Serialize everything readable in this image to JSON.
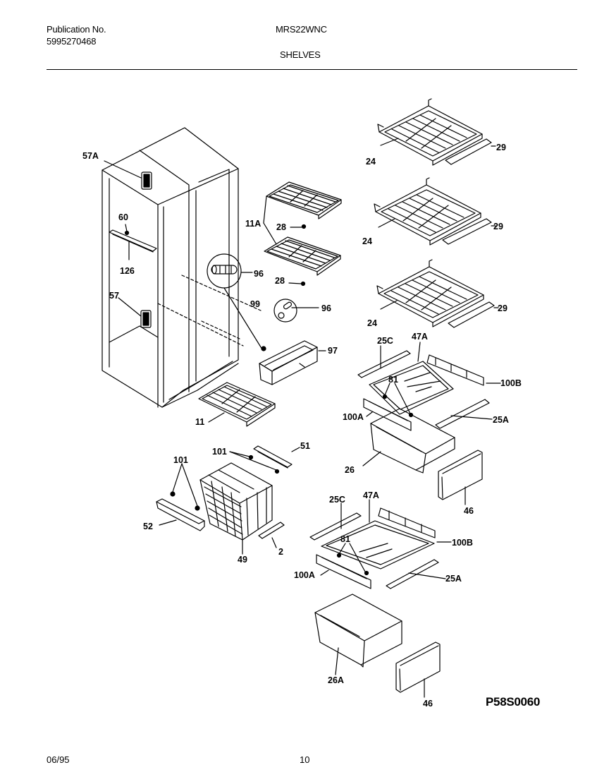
{
  "header": {
    "publication_label": "Publication No.",
    "publication_number": "5995270468",
    "model": "MRS22WNC",
    "section": "SHELVES"
  },
  "footer": {
    "date": "06/95",
    "page": "10"
  },
  "drawing_code": "P58S0060",
  "callouts": {
    "c57a": "57A",
    "c60": "60",
    "c126": "126",
    "c57": "57",
    "c11a": "11A",
    "c28a": "28",
    "c28b": "28",
    "c96a": "96",
    "c99": "99",
    "c96b": "96",
    "c97": "97",
    "c11": "11",
    "c24a": "24",
    "c29a": "29",
    "c24b": "24",
    "c29b": "29",
    "c24c": "24",
    "c29c": "29",
    "c25c_a": "25C",
    "c47a_a": "47A",
    "c100b_a": "100B",
    "c81_a": "81",
    "c100a_a": "100A",
    "c25a_a": "25A",
    "c26": "26",
    "c46a": "46",
    "c101a": "101",
    "c101b": "101",
    "c51": "51",
    "c52": "52",
    "c49": "49",
    "c2": "2",
    "c25c_b": "25C",
    "c47a_b": "47A",
    "c100b_b": "100B",
    "c81_b": "81",
    "c100a_b": "100A",
    "c25a_b": "25A",
    "c26a": "26A",
    "c46b": "46"
  }
}
